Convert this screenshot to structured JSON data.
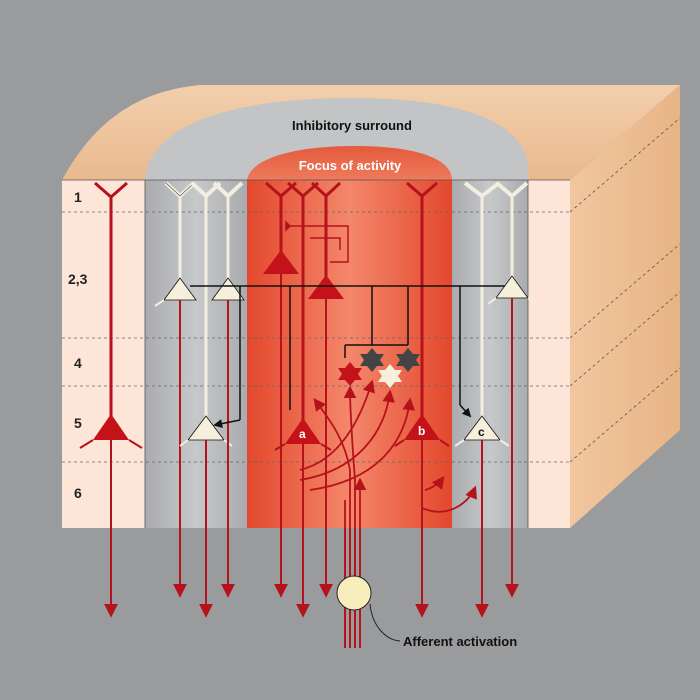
{
  "labels": {
    "inhibitory_surround": "Inhibitory surround",
    "focus_of_activity": "Focus of activity",
    "afferent_activation": "Afferent activation"
  },
  "layers": [
    {
      "name": "1"
    },
    {
      "name": "2,3"
    },
    {
      "name": "4"
    },
    {
      "name": "5"
    },
    {
      "name": "6"
    }
  ],
  "cell_labels": {
    "a": "a",
    "b": "b",
    "c": "c"
  },
  "colors": {
    "background": "#9a9b9d",
    "tissue_top": "#eec6a0",
    "tissue_side": "#efc39a",
    "front_face": "#fde6d8",
    "inhibitory_column": "#b9bbbe",
    "focus_column": "#e8563a",
    "excitatory_neuron": "#c4121a",
    "inhibited_neuron": "#f6efdc"
  }
}
